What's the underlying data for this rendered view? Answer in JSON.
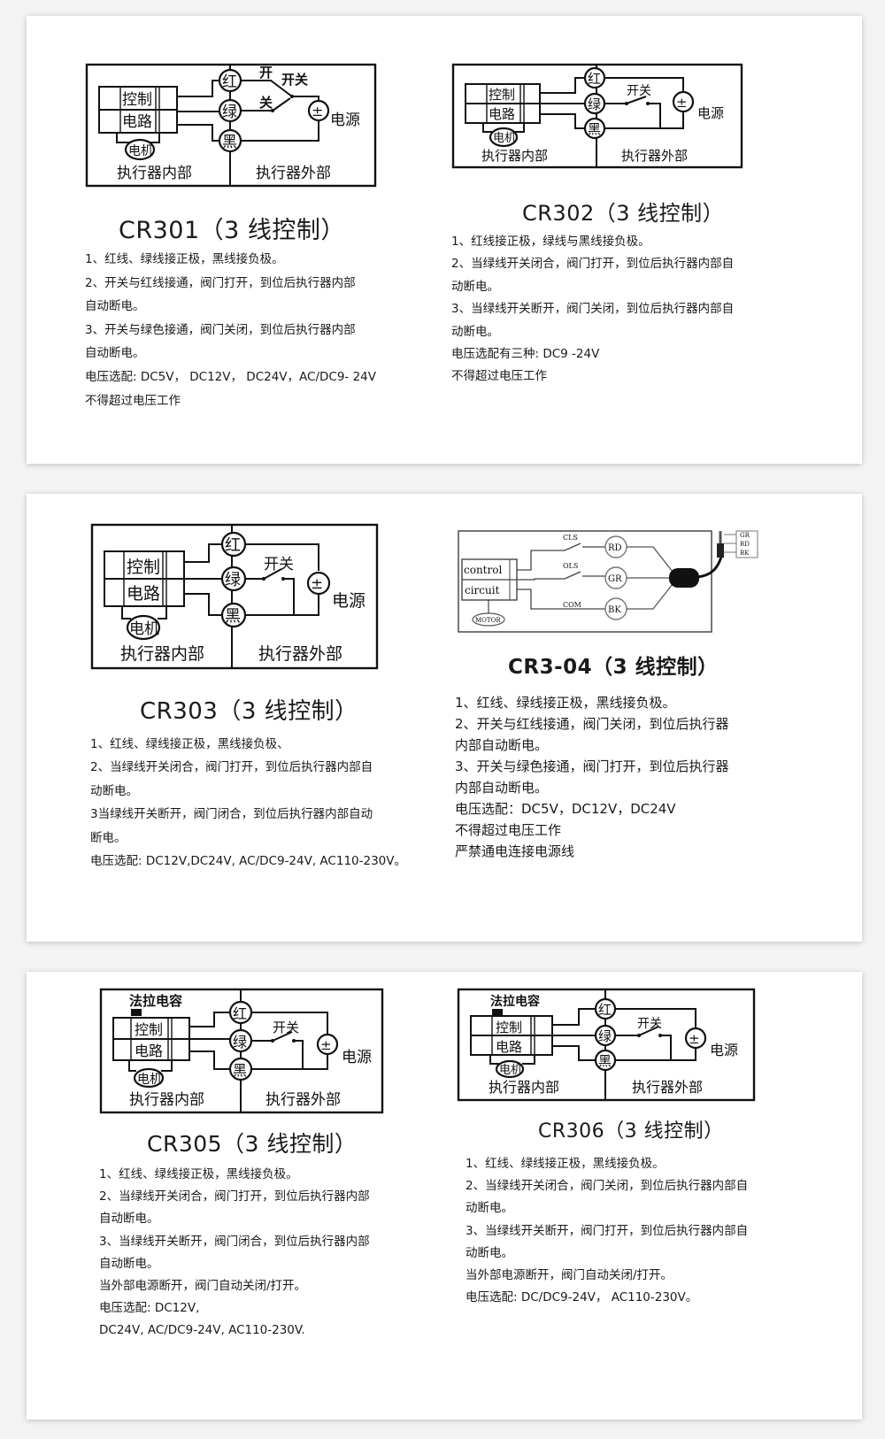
{
  "common": {
    "red": "红",
    "green": "绿",
    "black": "黑",
    "switch": "开关",
    "power": "电源",
    "pm": "±",
    "control": "控制",
    "circuit": "电路",
    "motor": "电机",
    "inside": "执行器内部",
    "outside": "执行器外部",
    "capacitor": "法拉电容"
  },
  "cr301": {
    "switch_a": "开",
    "switch_b": "开关",
    "switch_c": "关",
    "title": "CR301（3 线控制）",
    "lines": [
      "1、红线、绿线接正极，黑线接负极。",
      "2、开关与红线接通，阀门打开，到位后执行器内部",
      "自动断电。",
      "3、开关与绿色接通，阀门关闭，到位后执行器内部",
      "自动断电。",
      "电压选配: DC5V， DC12V， DC24V，AC/DC9- 24V",
      "不得超过电压工作"
    ]
  },
  "cr302": {
    "title": "CR302（3 线控制）",
    "lines": [
      "1、红线接正极，绿线与黑线接负极。",
      "2、当绿线开关闭合，阀门打开，到位后执行器内部自",
      "动断电。",
      "3、当绿线开关断开，阀门关闭，到位后执行器内部自",
      "动断电。",
      "电压选配有三种: DC9 -24V",
      "不得超过电压工作"
    ]
  },
  "cr303": {
    "title": "CR303（3 线控制）",
    "lines": [
      "1、红线、绿线接正极，黑线接负极、",
      "2、当绿线开关闭合，阀门打开，到位后执行器内部自",
      "动断电。",
      "3当绿线开关断开，阀门闭合，到位后执行器内部自动",
      "断电。",
      "电压选配: DC12V,DC24V, AC/DC9-24V, AC110-230V。"
    ]
  },
  "cr304": {
    "cls": "CLS",
    "ols": "OLS",
    "com": "COM",
    "rd": "RD",
    "gr": "GR",
    "bk": "BK",
    "control": "control",
    "circuit": "circuit",
    "motor": "MOTOR",
    "title": "CR3-04（3 线控制）",
    "lines": [
      "1、红线、绿线接正极，黑线接负极。",
      "2、开关与红线接通，阀门关闭，到位后执行器",
      "内部自动断电。",
      "3、开关与绿色接通，阀门打开，到位后执行器",
      "内部自动断电。",
      "电压选配：DC5V，DC12V，DC24V",
      "不得超过电压工作",
      "严禁通电连接电源线"
    ]
  },
  "cr305": {
    "title": "CR305（3 线控制）",
    "lines": [
      "1、红线、绿线接正极，黑线接负极。",
      "2、当绿线开关闭合，阀门打开，到位后执行器内部",
      "自动断电。",
      "3、当绿线开关断开，阀门闭合，到位后执行器内部",
      "自动断电。",
      "当外部电源断开，阀门自动关闭/打开。",
      "电压选配: DC12V,",
      "DC24V, AC/DC9-24V, AC110-230V."
    ]
  },
  "cr306": {
    "title": "CR306（3 线控制）",
    "lines": [
      "1、红线、绿线接正极，黑线接负极。",
      "2、当绿线开关闭合，阀门关闭，到位后执行器内部自",
      "动断电。",
      "3、当绿线开关断开，阀门打开，到位后执行器内部自",
      "动断电。",
      "当外部电源断开，阀门自动关闭/打开。",
      "电压选配: DC/DC9-24V， AC110-230V。"
    ]
  }
}
